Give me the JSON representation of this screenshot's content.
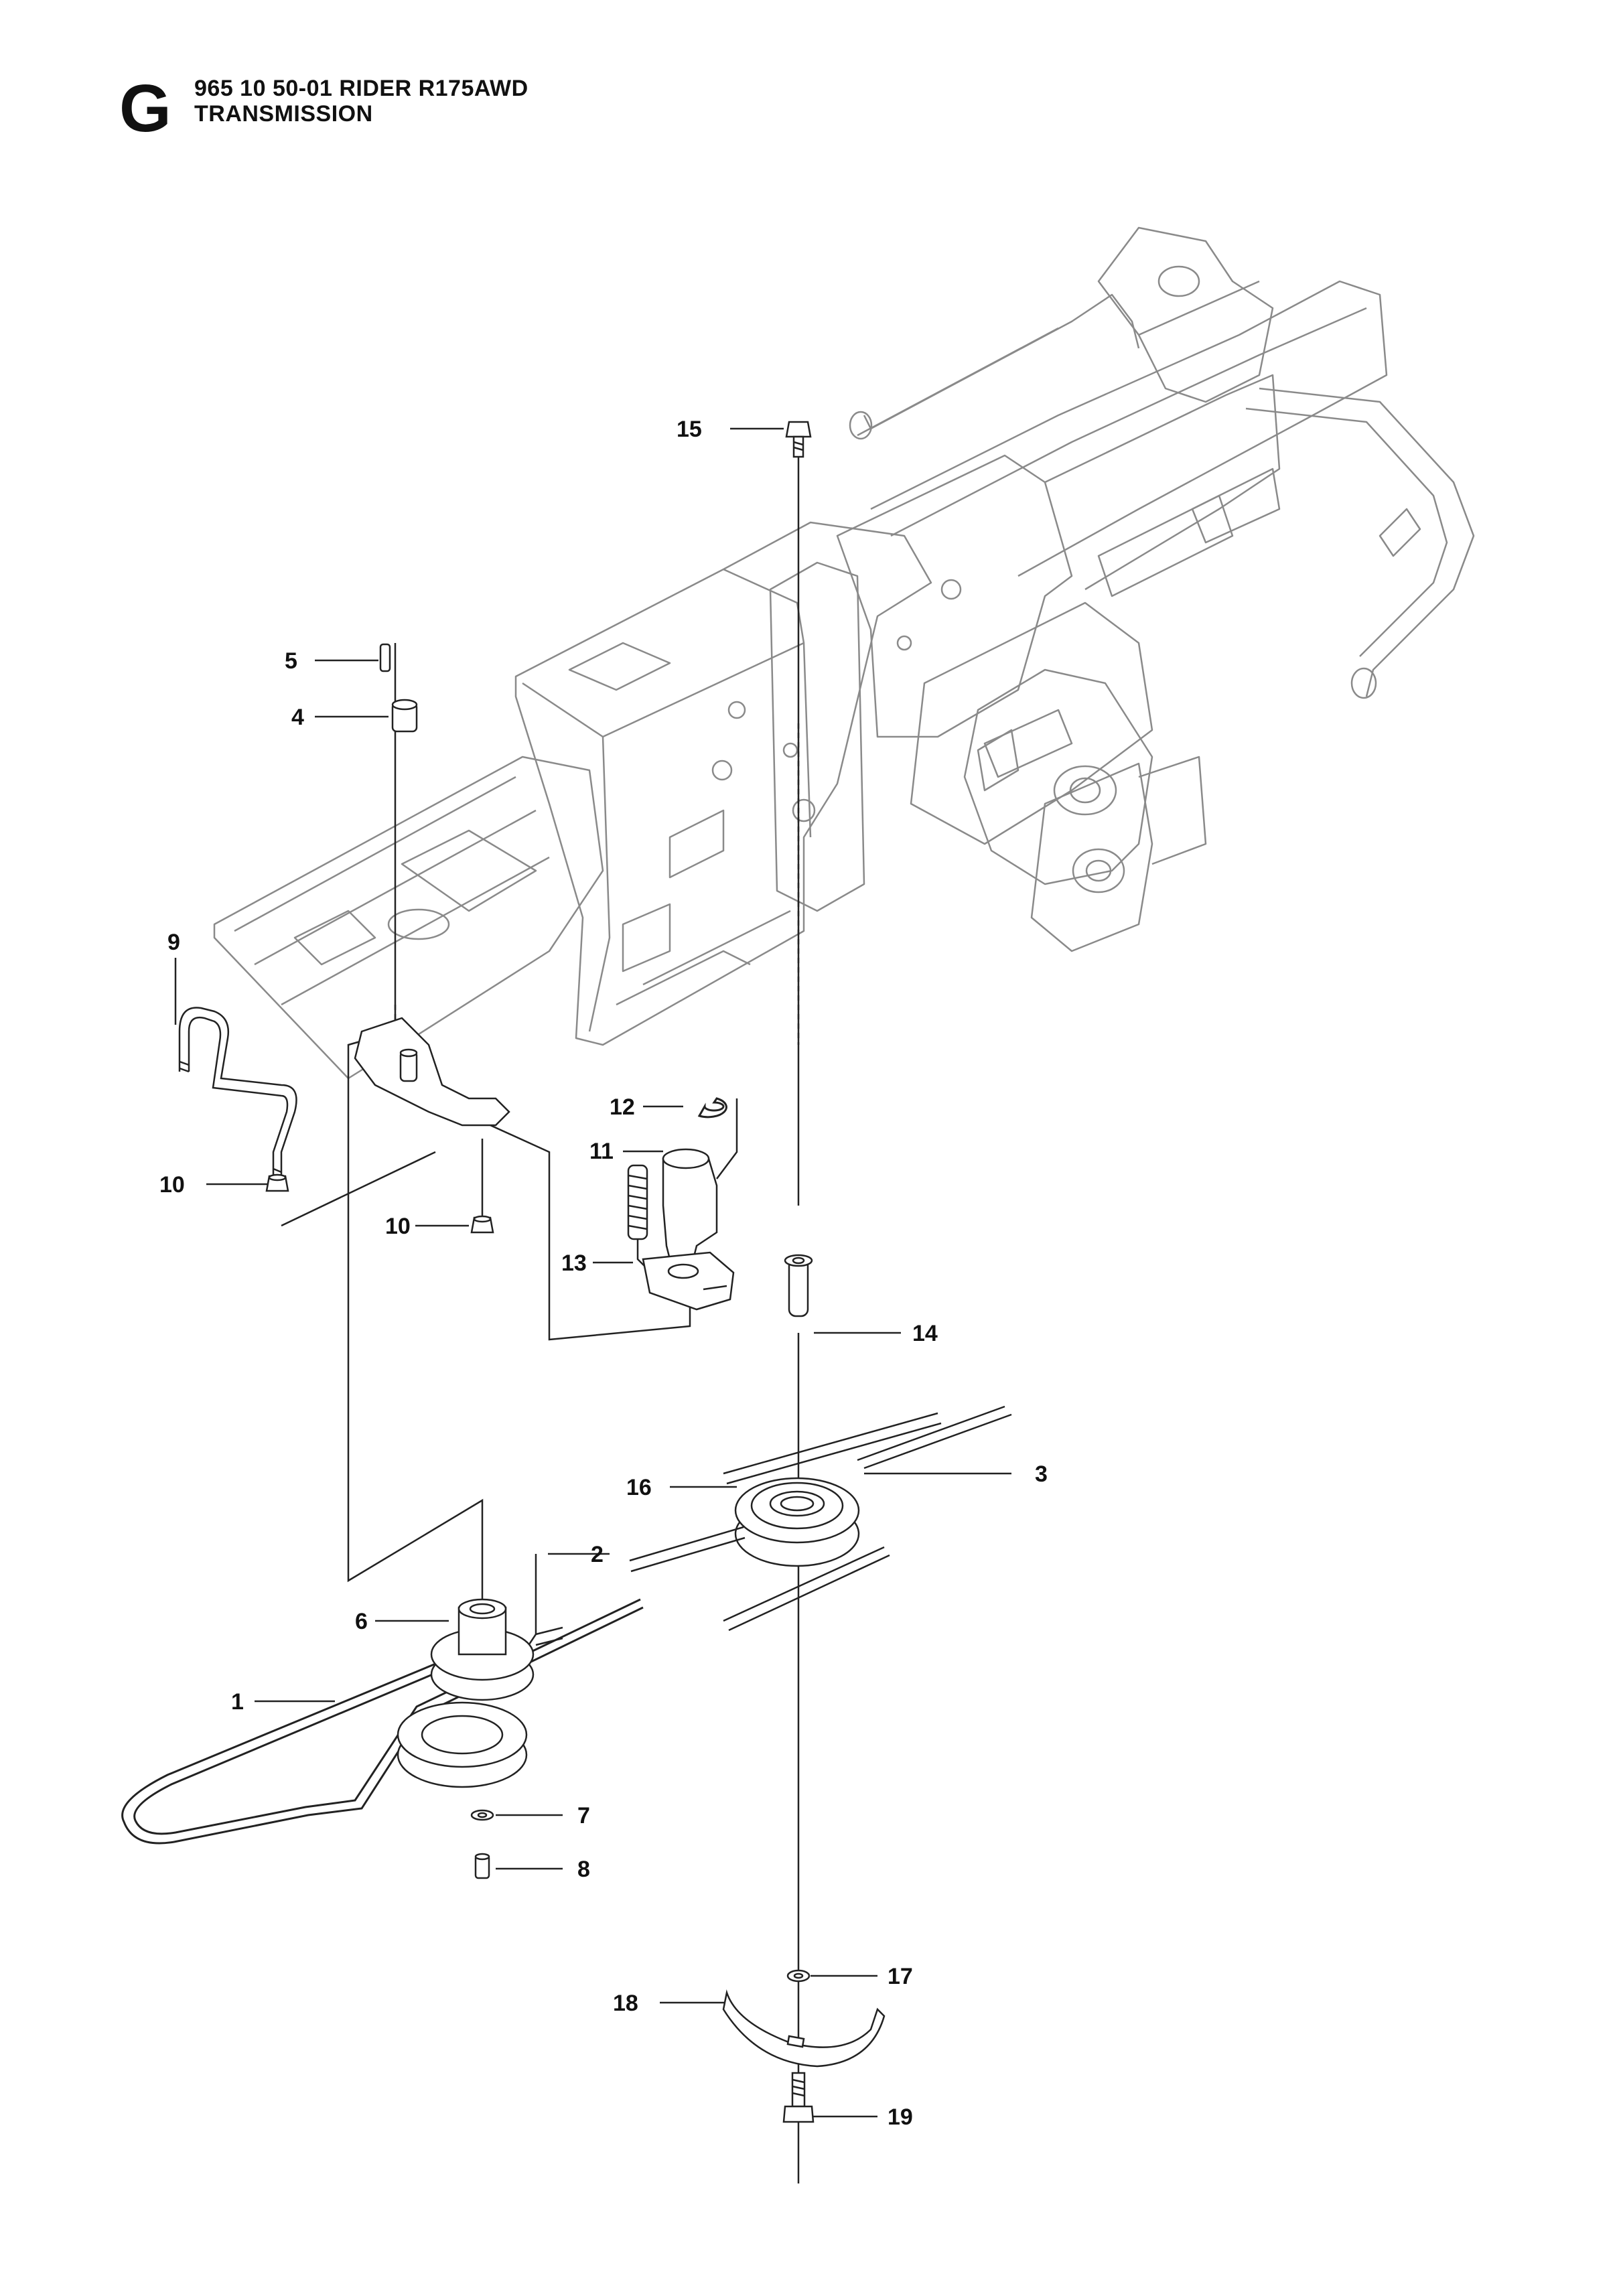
{
  "header": {
    "letter": "G",
    "line1": "965 10 50-01 RIDER R175AWD",
    "line2": "TRANSMISSION"
  },
  "callouts": [
    {
      "number": "1"
    },
    {
      "number": "2"
    },
    {
      "number": "3"
    },
    {
      "number": "4"
    },
    {
      "number": "5"
    },
    {
      "number": "6"
    },
    {
      "number": "7"
    },
    {
      "number": "8"
    },
    {
      "number": "9"
    },
    {
      "number": "10"
    },
    {
      "number": "10"
    },
    {
      "number": "11"
    },
    {
      "number": "12"
    },
    {
      "number": "13"
    },
    {
      "number": "14"
    },
    {
      "number": "15"
    },
    {
      "number": "16"
    },
    {
      "number": "17"
    },
    {
      "number": "18"
    },
    {
      "number": "19"
    }
  ],
  "colors": {
    "ink": "#111111",
    "line": "#2a2a2a",
    "frame": "#8a8a8a"
  }
}
